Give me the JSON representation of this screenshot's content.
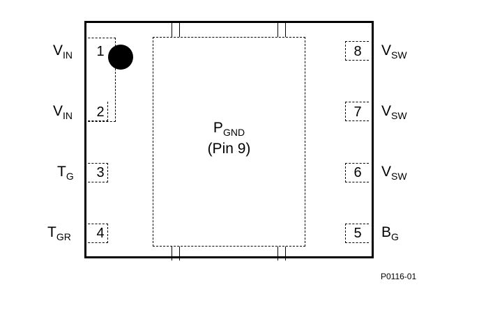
{
  "left_pins": [
    {
      "number": "1",
      "label_main": "V",
      "label_sub": "IN"
    },
    {
      "number": "2",
      "label_main": "V",
      "label_sub": "IN"
    },
    {
      "number": "3",
      "label_main": "T",
      "label_sub": "G"
    },
    {
      "number": "4",
      "label_main": "T",
      "label_sub": "GR"
    }
  ],
  "right_pins": [
    {
      "number": "8",
      "label_main": "V",
      "label_sub": "SW"
    },
    {
      "number": "7",
      "label_main": "V",
      "label_sub": "SW"
    },
    {
      "number": "6",
      "label_main": "V",
      "label_sub": "SW"
    },
    {
      "number": "5",
      "label_main": "B",
      "label_sub": "G"
    }
  ],
  "thermal_pad": {
    "label_main": "P",
    "label_sub": "GND",
    "pin_note": "(Pin 9)"
  },
  "figure_id": "P0116-01"
}
